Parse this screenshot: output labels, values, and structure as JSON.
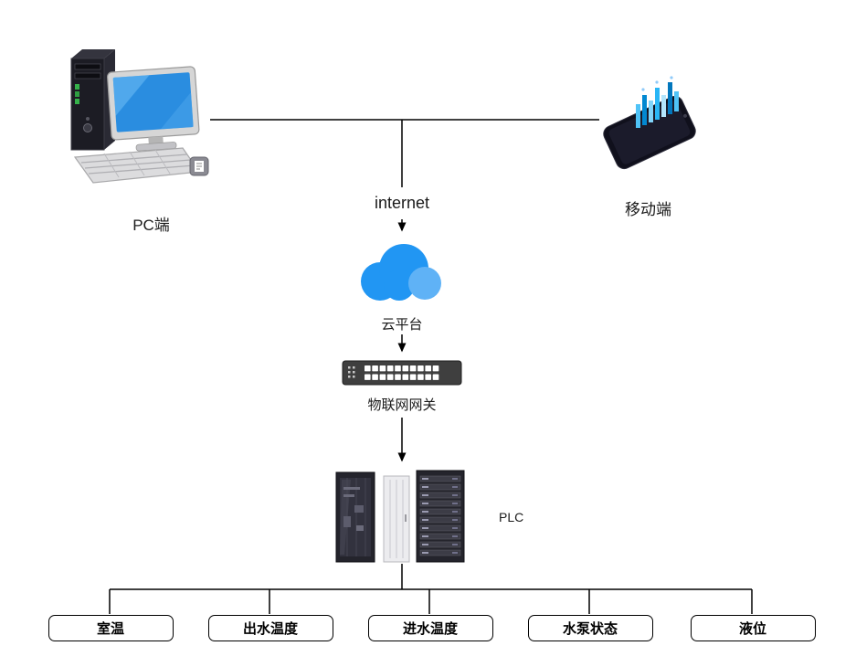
{
  "diagram": {
    "nodes": {
      "pc": {
        "label": "PC端",
        "icon": "desktop-computer-icon"
      },
      "mobile": {
        "label": "移动端",
        "icon": "mobile-device-icon"
      },
      "internet": {
        "label": "internet"
      },
      "cloud": {
        "label": "云平台",
        "icon": "cloud-icon"
      },
      "gateway": {
        "label": "物联网网关",
        "icon": "network-switch-icon"
      },
      "plc": {
        "label": "PLC",
        "icon": "server-rack-icon"
      }
    },
    "sensors": [
      {
        "label": "室温"
      },
      {
        "label": "出水温度"
      },
      {
        "label": "进水温度"
      },
      {
        "label": "水泵状态"
      },
      {
        "label": "液位"
      }
    ],
    "colors": {
      "connector": "#000000",
      "cloud_main": "#2196F3",
      "cloud_light": "#5FB2F6",
      "screen_blue_dark": "#2a8de0",
      "screen_blue_light": "#6fc0f5"
    }
  }
}
